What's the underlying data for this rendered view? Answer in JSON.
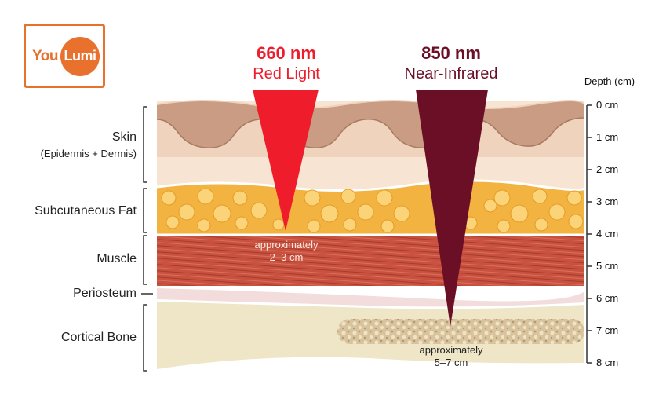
{
  "logo": {
    "part1": "You",
    "part2": "Lumi"
  },
  "beams": {
    "red": {
      "wavelength": "660 nm",
      "name": "Red Light",
      "approx_line1": "approximately",
      "approx_line2": "2–3 cm",
      "color": "#ef1c2c"
    },
    "nir": {
      "wavelength": "850 nm",
      "name": "Near-Infrared",
      "approx_line1": "approximately",
      "approx_line2": "5–7 cm",
      "color": "#6b0f26"
    }
  },
  "layers": {
    "skin": {
      "label": "Skin",
      "sublabel": "(Epidermis + Dermis)"
    },
    "fat": {
      "label": "Subcutaneous Fat"
    },
    "muscle": {
      "label": "Muscle"
    },
    "periosteum": {
      "label": "Periosteum"
    },
    "bone": {
      "label": "Cortical Bone"
    }
  },
  "depth_scale": {
    "title": "Depth (cm)",
    "ticks": [
      "0 cm",
      "1 cm",
      "2 cm",
      "3 cm",
      "4 cm",
      "5 cm",
      "6 cm",
      "7 cm",
      "8 cm"
    ]
  },
  "colors": {
    "skin_top": "#c99c83",
    "skin_mid": "#efd3bd",
    "skin_low": "#f8e4d3",
    "fat": "#f3b340",
    "muscle": "#c8513f",
    "periosteum": "#f3dcdc",
    "bone": "#efe6c8",
    "marrow": "#d8c39c",
    "logo": "#e8712e"
  }
}
